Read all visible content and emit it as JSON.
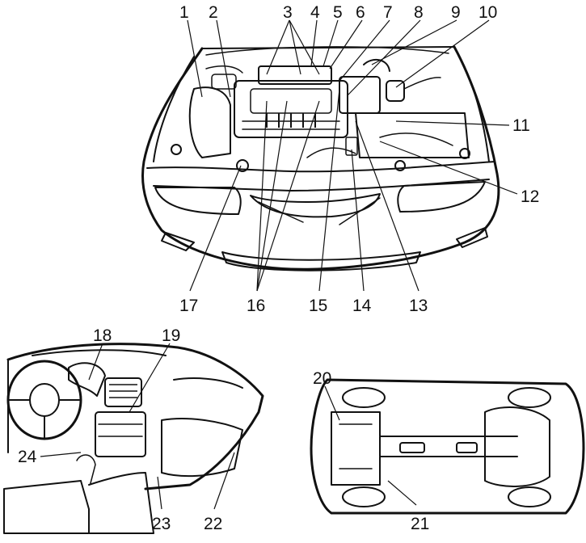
{
  "callouts": {
    "c1": "1",
    "c2": "2",
    "c3": "3",
    "c4": "4",
    "c5": "5",
    "c6": "6",
    "c7": "7",
    "c8": "8",
    "c9": "9",
    "c10": "10",
    "c11": "11",
    "c12": "12",
    "c13": "13",
    "c14": "14",
    "c15": "15",
    "c16": "16",
    "c17": "17",
    "c18": "18",
    "c19": "19",
    "c20": "20",
    "c21": "21",
    "c22": "22",
    "c23": "23",
    "c24": "24"
  },
  "colors": {
    "line": "#111111",
    "background": "#ffffff",
    "shade": "#d9d9d9"
  }
}
